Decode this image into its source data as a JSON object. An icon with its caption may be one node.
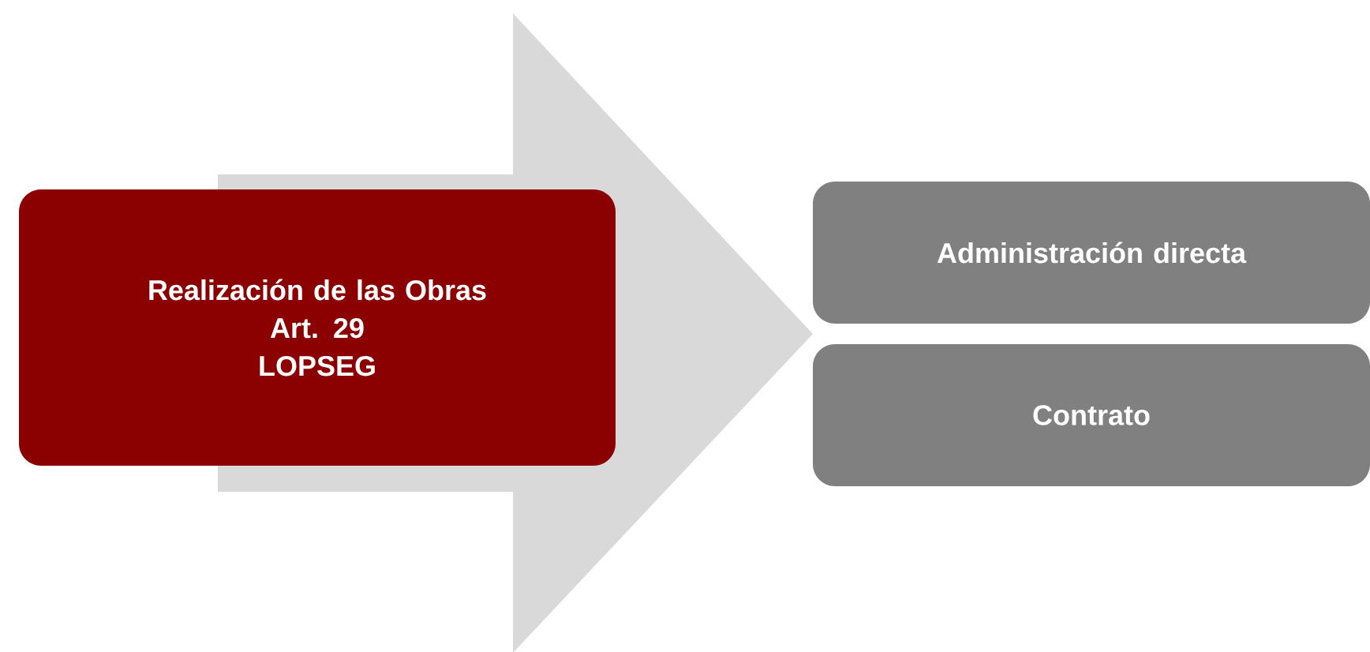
{
  "diagram": {
    "nodes": [
      {
        "text": [
          "Realización de las Obras",
          "Art. 29",
          "LOPSEG"
        ]
      },
      {
        "text": [
          "Administración directa"
        ]
      },
      {
        "text": [
          "Contrato"
        ]
      }
    ],
    "edges": [
      {
        "from": 0,
        "to": 1,
        "arrow": "to"
      },
      {
        "from": 0,
        "to": 2,
        "arrow": "to"
      }
    ]
  }
}
